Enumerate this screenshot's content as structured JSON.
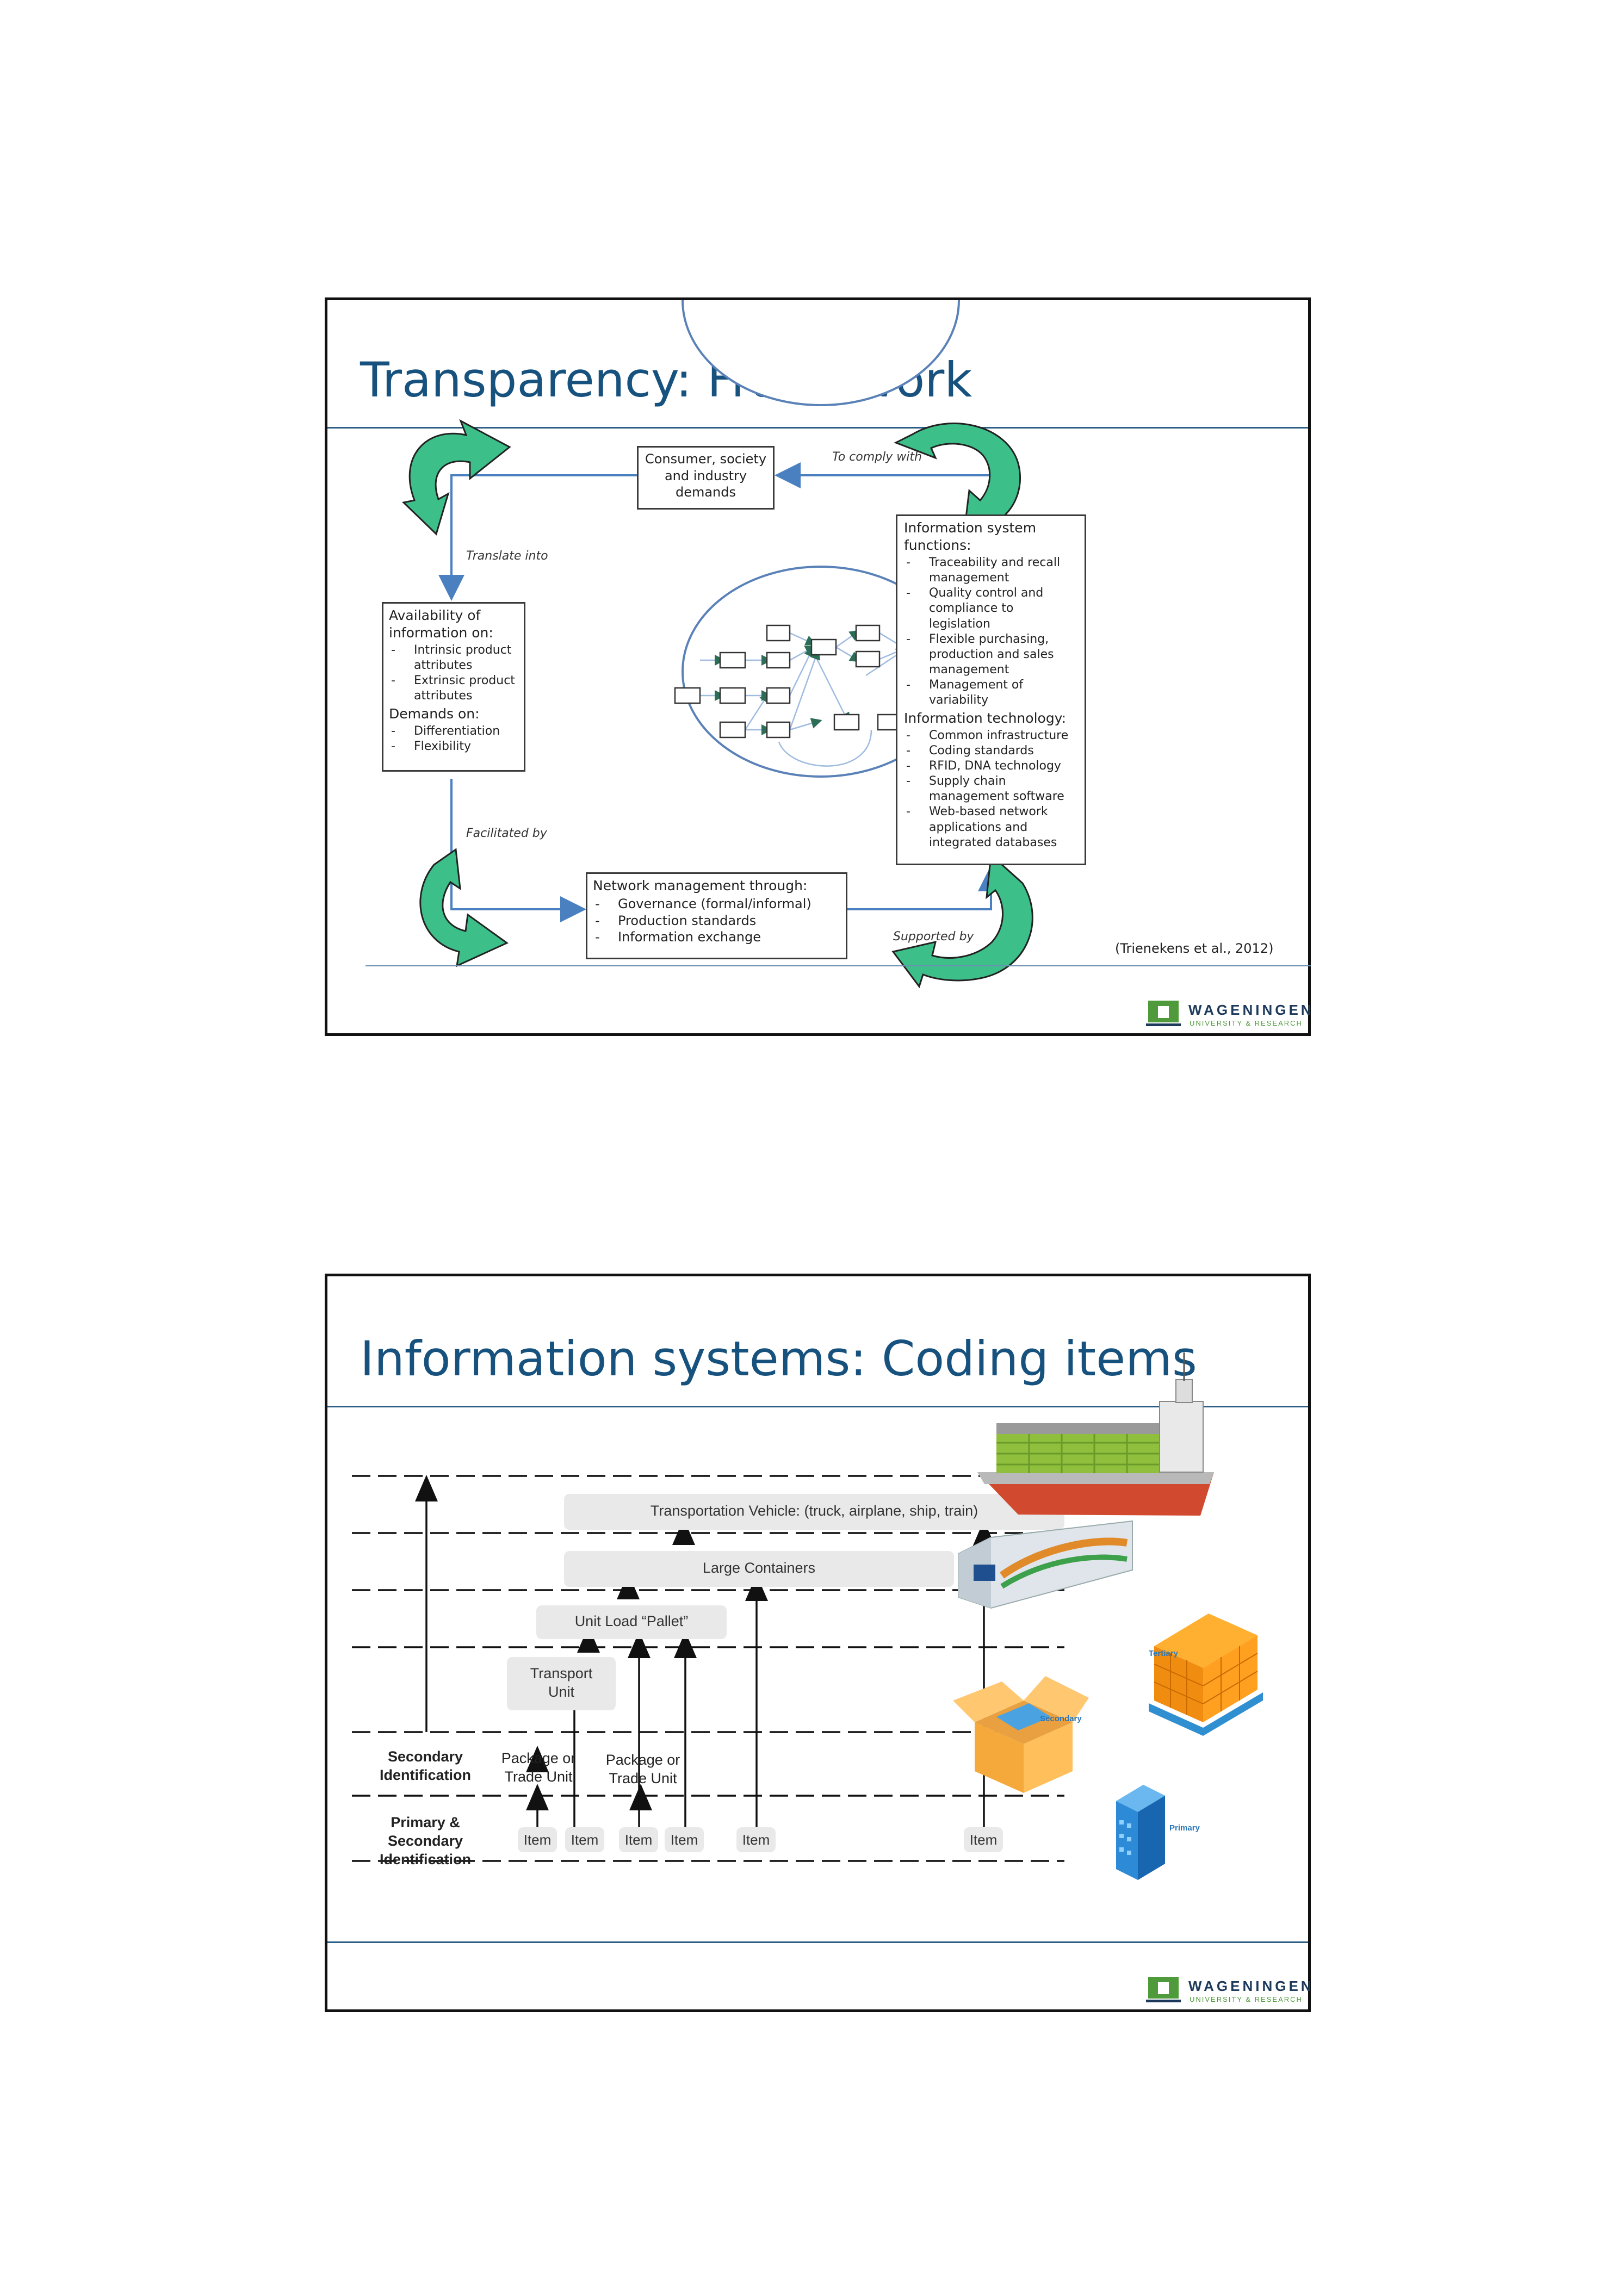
{
  "slide1": {
    "title": "Transparency: Framework",
    "demands_box": "Consumer, society and industry demands",
    "availability": {
      "heading1": "Availability of information on:",
      "items1": [
        "Intrinsic product attributes",
        "Extrinsic product attributes"
      ],
      "heading2": "Demands on:",
      "items2": [
        "Differentiation",
        "Flexibility"
      ]
    },
    "is_box": {
      "heading1": "Information system functions:",
      "items1": [
        "Traceability and recall management",
        "Quality control and compliance to legislation",
        "Flexible purchasing, production and sales management",
        "Management of variability"
      ],
      "heading2": "Information technology:",
      "items2": [
        "Common infrastructure",
        "Coding standards",
        "RFID, DNA technology",
        "Supply chain management software",
        "Web-based network applications and integrated databases"
      ]
    },
    "network_box": {
      "heading": "Network management through:",
      "items": [
        "Governance (formal/informal)",
        "Production standards",
        "Information exchange"
      ]
    },
    "labels": {
      "translate_into": "Translate into",
      "to_comply_with": "To comply with",
      "facilitated_by": "Facilitated by",
      "supported_by": "Supported by"
    },
    "citation": "(Trienekens et al., 2012)"
  },
  "slide2": {
    "title": "Information systems: Coding items",
    "pills": {
      "vehicle": "Transportation Vehicle: (truck, airplane, ship, train)",
      "containers": "Large Containers",
      "pallet": "Unit Load “Pallet”",
      "transport_unit": "Transport Unit"
    },
    "levels": {
      "secondary": "Secondary Identification",
      "primary_secondary": "Primary & Secondary Identification"
    },
    "package_labels": [
      "Package or Trade Unit",
      "Package or Trade Unit"
    ],
    "item_labels": [
      "Item",
      "Item",
      "Item",
      "Item",
      "Item",
      "Item"
    ],
    "illustration_labels": {
      "tertiary": "Tertiary",
      "secondary": "Secondary",
      "primary": "Primary"
    }
  },
  "logo": {
    "name": "WAGENINGEN",
    "subtitle": "UNIVERSITY & RESEARCH",
    "colors": {
      "green": "#4f9a3a",
      "navy": "#1d3a5c"
    }
  },
  "colors": {
    "title_blue": "#17527f",
    "cycle_arrow_green": "#3dbf8a",
    "flow_line_blue": "#4a7fc0"
  }
}
